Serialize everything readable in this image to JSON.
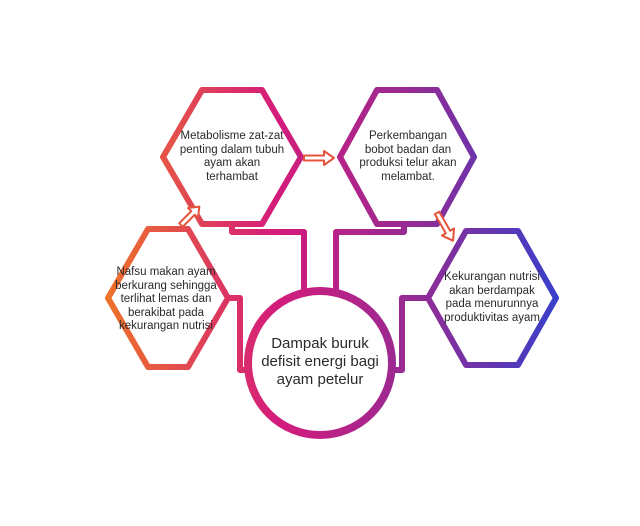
{
  "colors": {
    "gradient_left": "#f07a22",
    "gradient_mid": "#d41c7c",
    "gradient_purple": "#8f2c96",
    "gradient_right": "#3b3fc9",
    "arrow_fill": "#ffffff",
    "arrow_stroke": "#e5533c"
  },
  "center": {
    "text": "Dampak buruk\ndefisit energi bagi\nayam petelur"
  },
  "nodes": [
    {
      "id": "nafsu-makan",
      "text": "Nafsu makan ayam\nberkurang sehingga\nterlihat lemas dan\nberakibat pada\nkekurangan nutrisi"
    },
    {
      "id": "metabolisme",
      "text": "Metabolisme zat-zat\npenting dalam tubuh\nayam akan\nterhambat"
    },
    {
      "id": "perkembangan",
      "text": "Perkembangan\nbobot badan dan\nproduksi telur akan\nmelambat."
    },
    {
      "id": "kekurangan-nutrisi",
      "text": "Kekurangan nutrisi\nakan berdampak\npada menurunnya\nproduktivitas ayam"
    }
  ]
}
